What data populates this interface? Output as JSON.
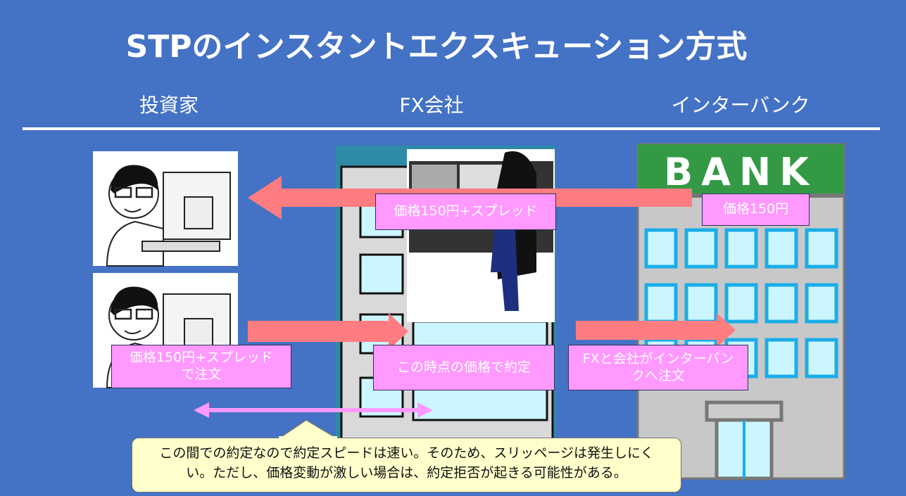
{
  "title": "STPのインスタントエクスキューション方式",
  "columns": {
    "investor": "投資家",
    "fx_company": "FX会社",
    "interbank": "インターバンク"
  },
  "bank_sign": "BANK",
  "labels": {
    "price_plus_spread": "価格150円+スプレッド",
    "bank_price": "価格150円",
    "order_line1": "価格150円+スプレッド",
    "order_line2": "で注文",
    "execution": "この時点の価格で約定",
    "fx_order_line1": "FXと会社がインターバン",
    "fx_order_line2": "クへ注文"
  },
  "callout": {
    "line1": "この間での約定なので約定スピードは速い。そのため、スリッページは発生しにく",
    "line2": "い。ただし、価格変動が激しい場合は、約定拒否が起きる可能性がある。"
  },
  "colors": {
    "background": "#4472C4",
    "arrow": "#FF7C80",
    "label": "#FF99FF",
    "callout": "#FFFFCC",
    "bank_green": "#339944"
  }
}
